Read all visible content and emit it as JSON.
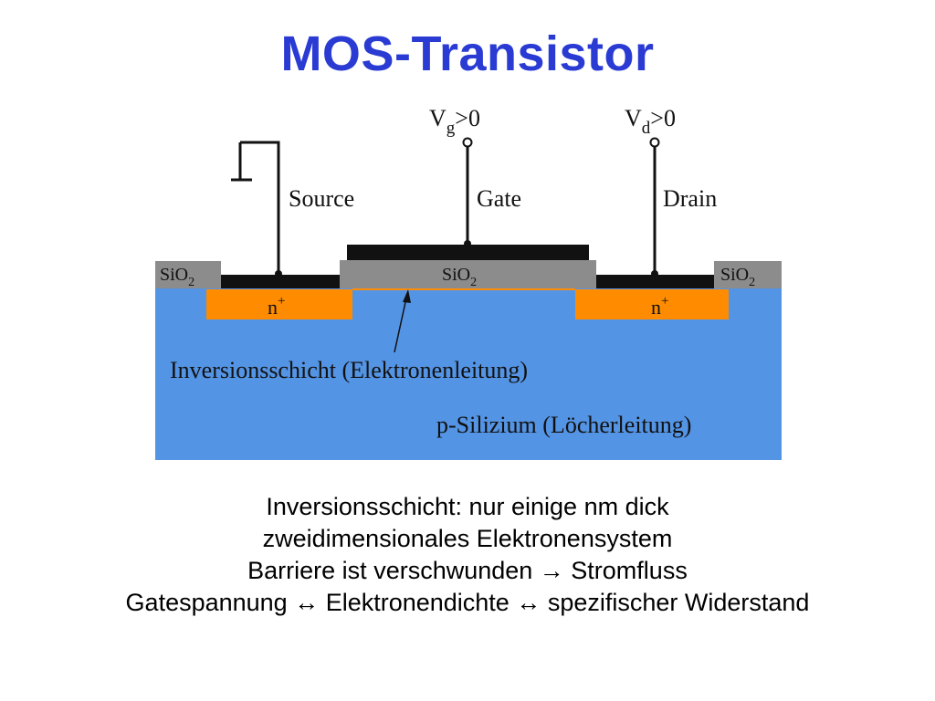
{
  "slide": {
    "title": "MOS-Transistor",
    "lines": [
      "Inversionsschicht: nur einige nm dick",
      "zweidimensionales Elektronensystem",
      "Barriere ist verschwunden → Stromfluss",
      "Gatespannung ↔ Elektronendichte ↔ spezifischer Widerstand"
    ]
  },
  "diagram": {
    "gate_voltage": {
      "base": "V",
      "sub": "g",
      "rest": ">0"
    },
    "drain_voltage": {
      "base": "V",
      "sub": "d",
      "rest": ">0"
    },
    "source_label": "Source",
    "gate_label": "Gate",
    "drain_label": "Drain",
    "oxide": {
      "base": "SiO",
      "sub": "2"
    },
    "n_region": {
      "base": "n",
      "sup": "+"
    },
    "inversion_label": "Inversionsschicht (Elektronenleitung)",
    "substrate_label": "p-Silizium (Löcherleitung)",
    "colors": {
      "substrate": "#5494e4",
      "n_doped": "#ff8c00",
      "oxide": "#8c8c8c",
      "metal": "#111111",
      "title": "#2a3bd3"
    }
  }
}
